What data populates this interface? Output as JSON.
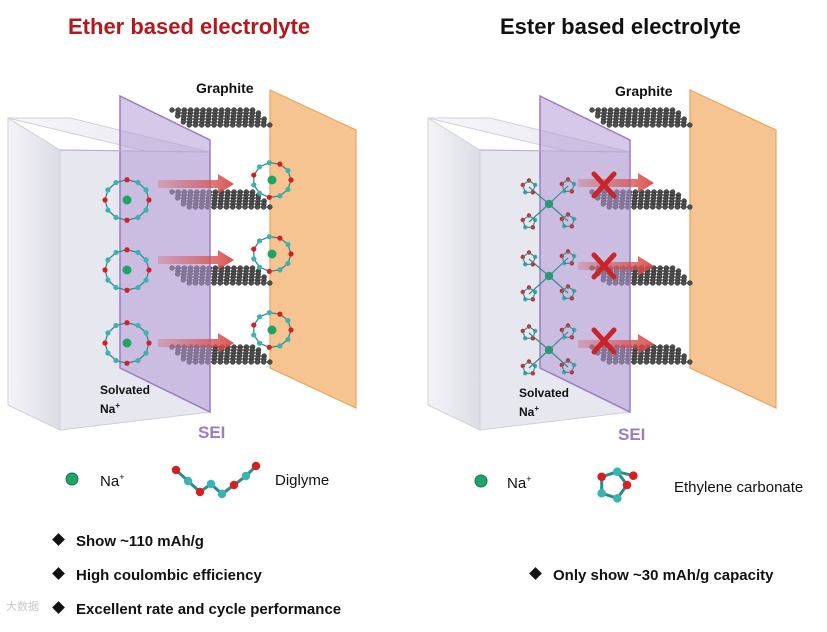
{
  "left": {
    "title": "Ether based  electrolyte",
    "graphite_label": "Graphite",
    "sei_label": "SEI",
    "solvated_label": "Solvated",
    "solvated_ion": "Na",
    "solvated_ion_sup": "+",
    "legend_ion": "Na",
    "legend_ion_sup": "+",
    "legend_solvent": "Diglyme"
  },
  "right": {
    "title": "Ester based electrolyte",
    "graphite_label": "Graphite",
    "sei_label": "SEI",
    "solvated_label": "Solvated",
    "solvated_ion": "Na",
    "solvated_ion_sup": "+",
    "legend_ion": "Na",
    "legend_ion_sup": "+",
    "legend_solvent": "Ethylene carbonate"
  },
  "bullets_left": [
    "Show ~110 mAh/g",
    "High coulombic efficiency",
    "Excellent rate and cycle performance"
  ],
  "bullets_right": [
    "Only show ~30 mAh/g capacity"
  ],
  "watermark": "大数据",
  "colors": {
    "ether_title": "#b5171b",
    "ester_title": "#111111",
    "sei_membrane": "#b59ad6",
    "electrode": "#f6c490",
    "graphite_atom": "#505050",
    "arrow": "#d84a4a",
    "na_ion": "#1fa463",
    "oxygen": "#d42020",
    "carbon": "#3ab3b3"
  }
}
